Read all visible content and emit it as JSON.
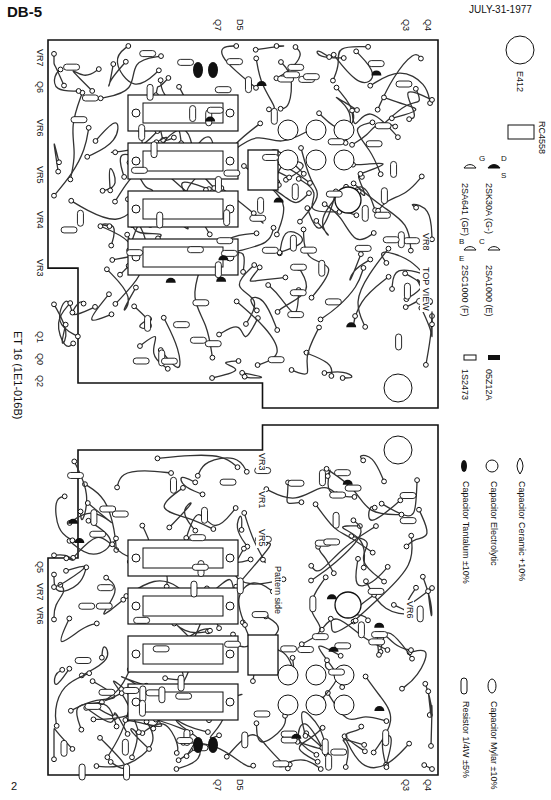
{
  "diagram": {
    "labels": [
      "DB-5",
      "JULY-31-1977",
      "ET 16 (1E1-016B)",
      "2",
      "Q7",
      "D5",
      "Q3",
      "Q4",
      "VR7",
      "Q6",
      "VR6",
      "VR5",
      "VR4",
      "VR3",
      "Q1",
      "Q0",
      "Q2",
      "VR8",
      "TOP VIEW",
      "VR3",
      "VR1",
      "VR5",
      "Pattern side",
      "Q5",
      "VR7",
      "VR6",
      "VR6",
      "Q7",
      "D5",
      "Q3",
      "Q4",
      "2SA641 (GF)",
      "2SK30A (G-)",
      "2SC1000 (F)",
      "2SA1000 (E)",
      "1S2473",
      "05Z12A",
      "E412",
      "RC4558",
      "B",
      "C",
      "E",
      "G",
      "D",
      "S"
    ],
    "legend": [
      {
        "text": "Resistor 1/4W ±5%"
      },
      {
        "text": "Capacitor Mylar ±10%"
      },
      {
        "text": "Capacitor Tantalum ±10%"
      },
      {
        "text": "Capacitor Electrolytic"
      },
      {
        "text": "Capacitor Ceramic +10%"
      }
    ]
  }
}
